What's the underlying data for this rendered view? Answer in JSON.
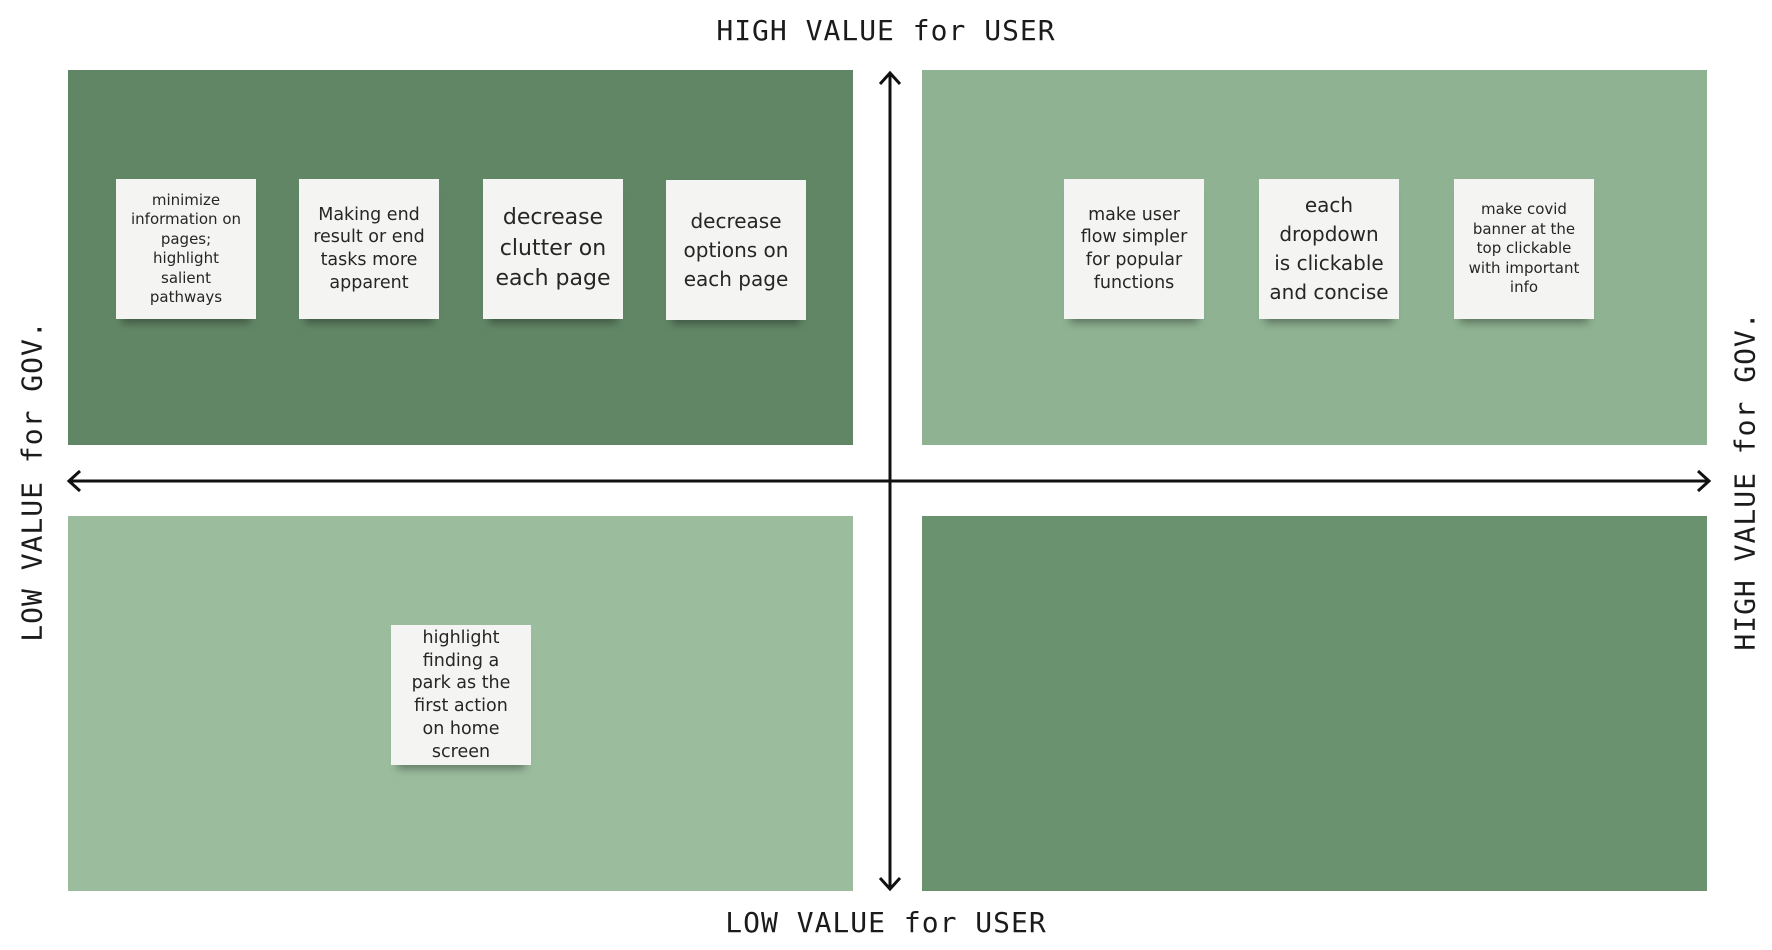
{
  "axes": {
    "top": "HIGH VALUE for USER",
    "bottom": "LOW VALUE for USER",
    "left": "LOW VALUE for GOV.",
    "right": "HIGH VALUE for GOV."
  },
  "quadrants": {
    "top_left": {
      "color": "#618666",
      "notes": [
        "minimize information on pages; highlight salient pathways",
        "Making end result or end tasks more apparent",
        "decrease clutter on each page",
        "decrease options on each page"
      ]
    },
    "top_right": {
      "color": "#8fb392",
      "notes": [
        "make user flow simpler for popular functions",
        "each dropdown is clickable and concise",
        "make covid banner at the top clickable with important info"
      ]
    },
    "bottom_left": {
      "color": "#9bbd9e",
      "notes": [
        "highlight finding a park as the first action on home screen"
      ]
    },
    "bottom_right": {
      "color": "#6a926e",
      "notes": []
    }
  }
}
